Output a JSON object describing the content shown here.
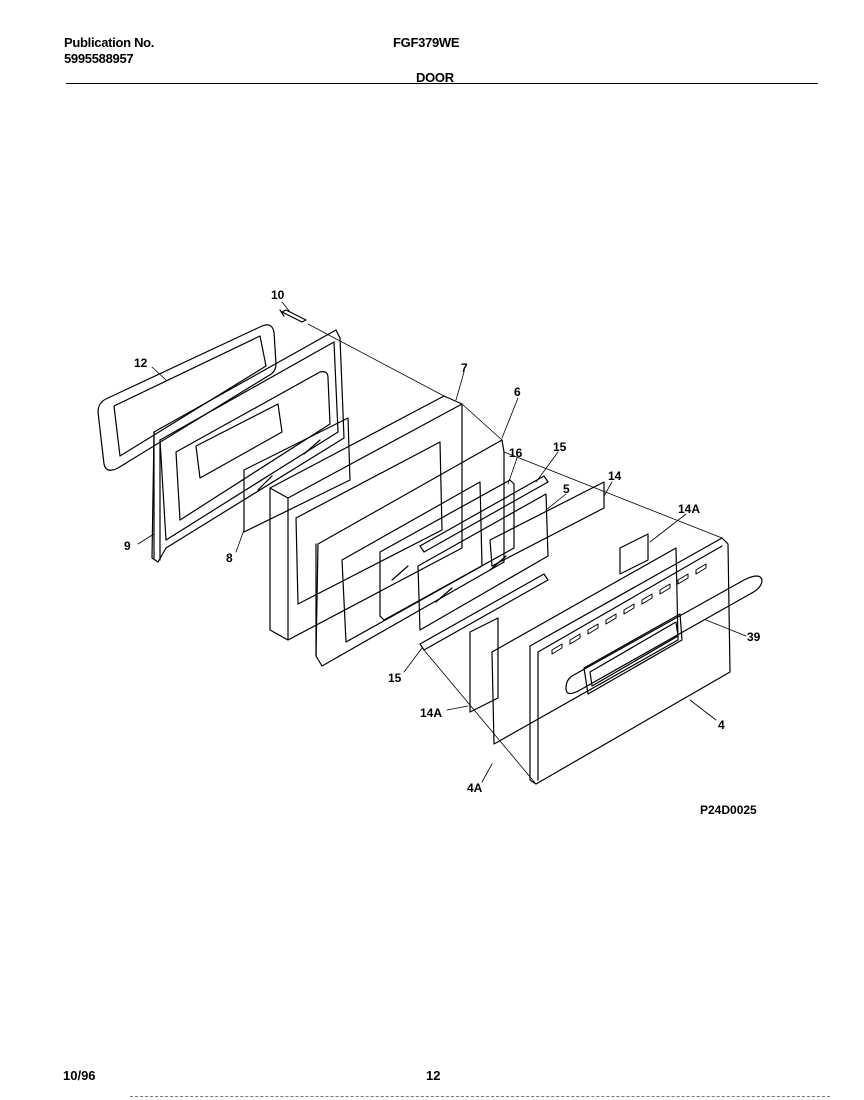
{
  "header": {
    "publication_label": "Publication No.",
    "publication_number": "5995588957",
    "model": "FGF379WE",
    "section": "DOOR"
  },
  "diagram": {
    "callouts": [
      "10",
      "12",
      "7",
      "6",
      "15",
      "16",
      "5",
      "14",
      "14A",
      "39",
      "9",
      "8",
      "15",
      "14A",
      "4",
      "4A"
    ],
    "figure_code": "P24D0025"
  },
  "footer": {
    "date": "10/96",
    "page": "12"
  }
}
